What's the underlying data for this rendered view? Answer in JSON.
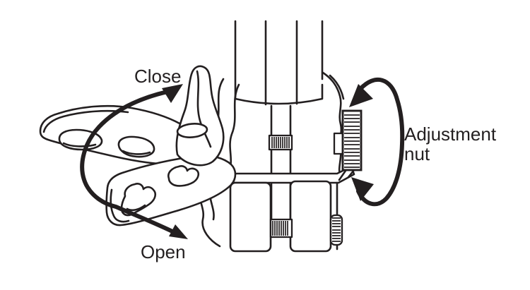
{
  "figure": {
    "type": "line-drawing technical illustration",
    "subject": "Clamp with cam lever (open/close) and knurled adjustment nut on a tube",
    "labels": {
      "close": "Close",
      "open": "Open",
      "adjustment_nut": [
        "Adjustment",
        "nut"
      ]
    },
    "annotations": {
      "lever_swing_arrow": "double-headed curved arrow: up toward Close position, down toward Open position",
      "nut_rotation_arrow": "elliptical rotation arrow around the adjustment nut"
    }
  },
  "colors": {
    "line": "#231f20",
    "background": "#ffffff"
  }
}
